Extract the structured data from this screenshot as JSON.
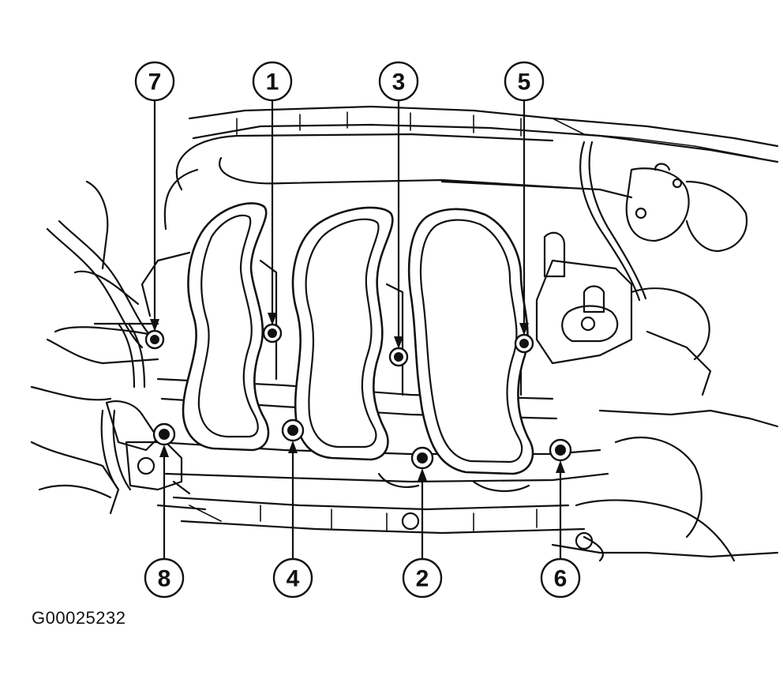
{
  "figure_code": "G00025232",
  "callouts": [
    {
      "id": "callout-7",
      "label": "7"
    },
    {
      "id": "callout-1",
      "label": "1"
    },
    {
      "id": "callout-3",
      "label": "3"
    },
    {
      "id": "callout-5",
      "label": "5"
    },
    {
      "id": "callout-8",
      "label": "8"
    },
    {
      "id": "callout-4",
      "label": "4"
    },
    {
      "id": "callout-2",
      "label": "2"
    },
    {
      "id": "callout-6",
      "label": "6"
    }
  ]
}
